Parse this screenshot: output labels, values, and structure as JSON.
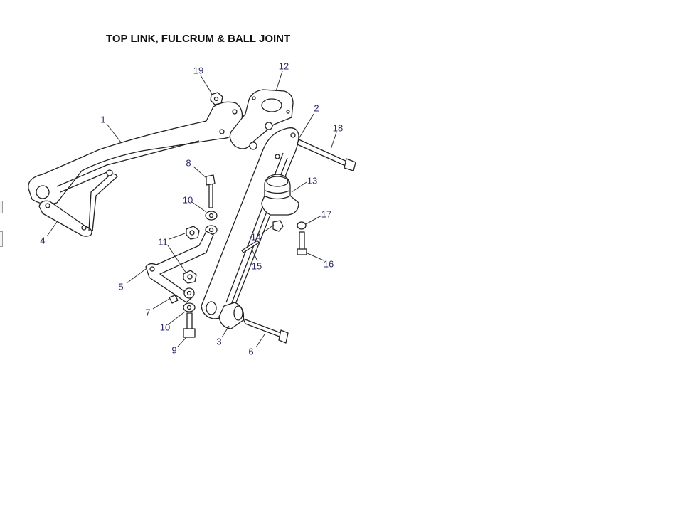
{
  "title": "TOP LINK, FULCRUM & BALL JOINT",
  "callouts": [
    "1",
    "2",
    "3",
    "4",
    "5",
    "6",
    "7",
    "8",
    "9",
    "10",
    "10",
    "11",
    "12",
    "13",
    "14",
    "15",
    "16",
    "17",
    "18",
    "19"
  ],
  "line_color": "#222222",
  "label_color": "#2a2a6a"
}
